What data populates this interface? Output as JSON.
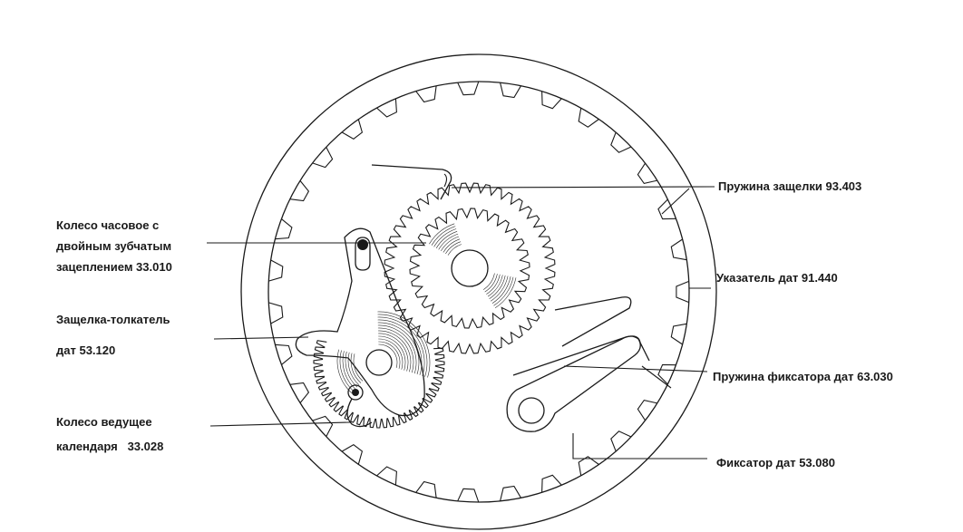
{
  "labels": {
    "hour_wheel": [
      "Колесо часовое с",
      "двойным зубчатым",
      "зацеплением 33.010"
    ],
    "pusher": [
      "Защелка-толкатель",
      "дат 53.120"
    ],
    "drive_wheel": [
      "Колесо ведущее",
      "календаря   33.028"
    ],
    "pusher_spring": "Пружина защелки 93.403",
    "date_indicator": "Указатель дат 91.440",
    "jumper_spring": "Пружина фиксатора дат 63.030",
    "jumper": "Фиксатор дат 53.080"
  },
  "colors": {
    "ink": "#1a1a1a",
    "background": "#ffffff"
  }
}
